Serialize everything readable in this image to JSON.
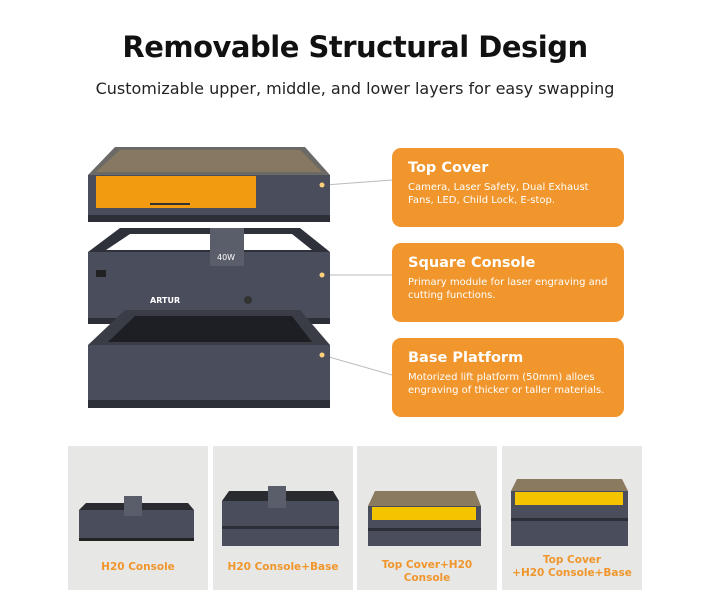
{
  "title": "Removable Structural Design",
  "subtitle": "Customizable upper, middle, and lower layers for easy swapping",
  "features": [
    {
      "title": "Top Cover",
      "desc": "Camera, Laser Safety, Dual Exhaust Fans, LED, Child Lock, E-stop."
    },
    {
      "title": "Square Console",
      "desc": "Primary module for laser engraving and cutting functions."
    },
    {
      "title": "Base Platform",
      "desc": "Motorized lift platform (50mm) alloes engraving of thicker or taller materials."
    }
  ],
  "machine": {
    "brand": "ARTUR",
    "power": "40W"
  },
  "configs": [
    {
      "label": "H20 Console"
    },
    {
      "label": "H20 Console+Base"
    },
    {
      "label": "Top Cover+H20 Console"
    },
    {
      "label_line1": "Top Cover",
      "label_line2": "+H20 Console+Base"
    }
  ],
  "colors": {
    "accent": "#f0962c",
    "body": "#4a4d5c"
  }
}
